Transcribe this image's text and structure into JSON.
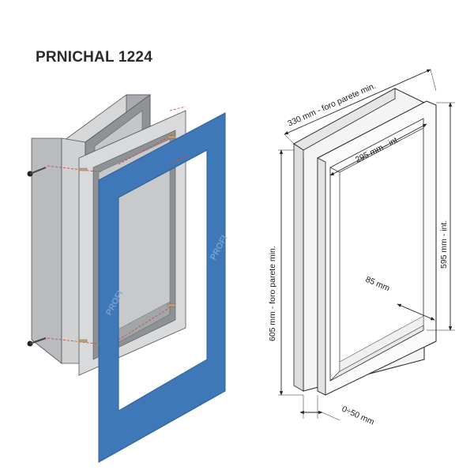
{
  "title": "PRNICHAL 1224",
  "dimensions": {
    "outer_width": "330 mm - foro parete min.",
    "inner_width": "295 mm - int.",
    "outer_height": "605 mm - foro parete min.",
    "inner_height": "595 mm - int.",
    "depth": "85 mm",
    "wall_offset": "0÷50 mm"
  },
  "membrane_text": "PROFI",
  "colors": {
    "membrane": "#3f78b8",
    "membrane_edge": "#2c5e96",
    "box_side": "#b9bbbe",
    "box_light": "#d6d7d9",
    "box_dark": "#8f9296",
    "dash_red": "#c8504a",
    "line": "#222222"
  }
}
